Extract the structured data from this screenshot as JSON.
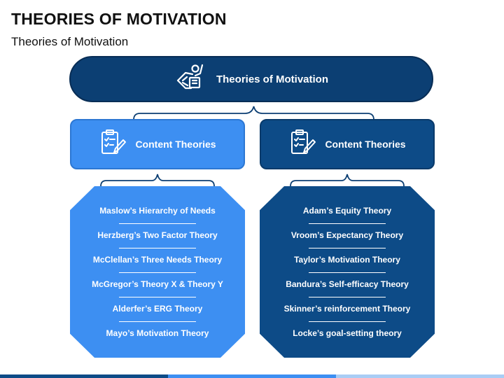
{
  "header": {
    "title": "THEORIES OF MOTIVATION",
    "subtitle": "Theories of Motivation"
  },
  "top_node": {
    "label": "Theories of Motivation",
    "icon": "motivated-person-icon"
  },
  "left_branch": {
    "label": "Content Theories",
    "icon": "clipboard-pencil-icon",
    "color": "#3d8ff2",
    "items": [
      "Maslow’s Hierarchy of Needs",
      "Herzberg’s Two Factor Theory",
      "McClellan’s Three Needs Theory",
      "McGregor’s Theory X & Theory Y",
      "Alderfer’s ERG Theory",
      "Mayo’s Motivation Theory"
    ]
  },
  "right_branch": {
    "label": "Content Theories",
    "icon": "clipboard-pencil-icon",
    "color": "#0d4b87",
    "items": [
      "Adam’s Equity Theory",
      "Vroom’s Expectancy Theory",
      "Taylor’s Motivation Theory",
      "Bandura’s Self-efficacy Theory",
      "Skinner’s reinforcement Theory",
      "Locke’s goal-setting theory"
    ]
  },
  "colors": {
    "dark_blue": "#0c3f73",
    "light_blue": "#3d8ff2",
    "brace": "#0c3f73"
  }
}
